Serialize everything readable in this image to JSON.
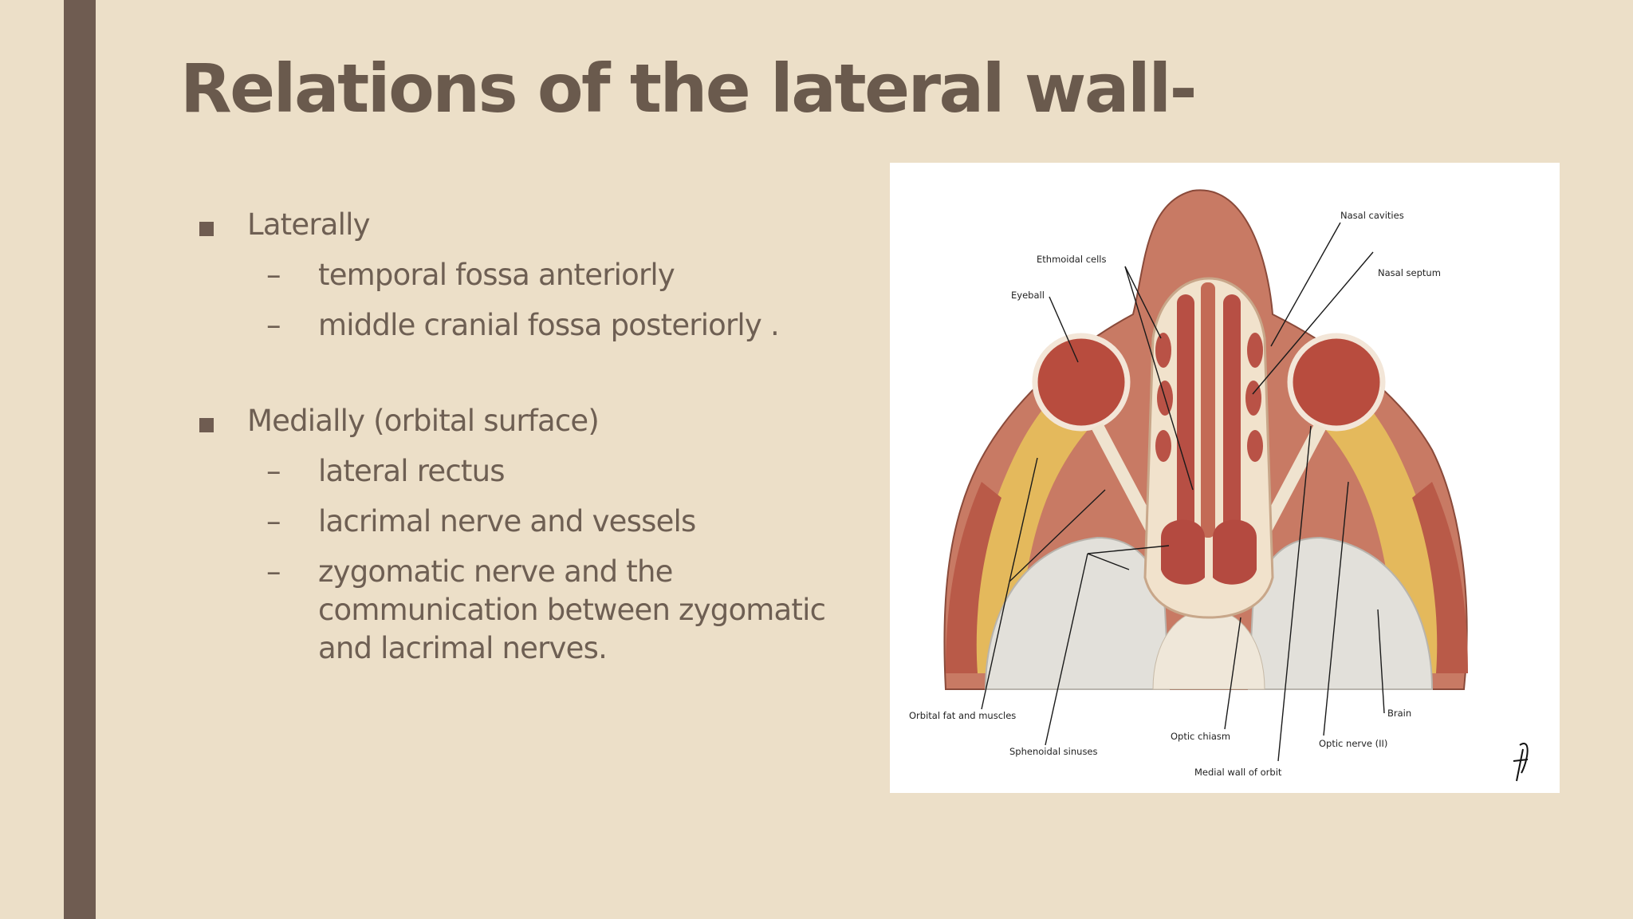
{
  "slide": {
    "title": "Relations of the lateral wall-",
    "bullets": [
      {
        "label": "Laterally",
        "sub_marker": "–",
        "subs": [
          "temporal fossa anteriorly",
          "middle cranial fossa posteriorly ."
        ]
      },
      {
        "label": "Medially (orbital surface)",
        "sub_marker": "–",
        "subs": [
          "lateral rectus",
          "lacrimal nerve and vessels",
          "zygomatic nerve and the communication between zygomatic and lacrimal nerves."
        ]
      }
    ]
  },
  "figure": {
    "labels": {
      "nasal_cavities": "Nasal cavities",
      "nasal_septum": "Nasal septum",
      "ethmoidal_cells": "Ethmoidal cells",
      "eyeball": "Eyeball",
      "orbital_fat_and_muscles": "Orbital fat and muscles",
      "sphenoidal_sinuses": "Sphenoidal sinuses",
      "optic_chiasm": "Optic chiasm",
      "medial_wall_of_orbit": "Medial wall of orbit",
      "optic_nerve": "Optic nerve (II)",
      "brain": "Brain"
    }
  },
  "colors": {
    "background": "#ecdfc8",
    "accent_bar": "#6f5c51",
    "title": "#6a5a4d",
    "body_text": "#6e5f53"
  }
}
